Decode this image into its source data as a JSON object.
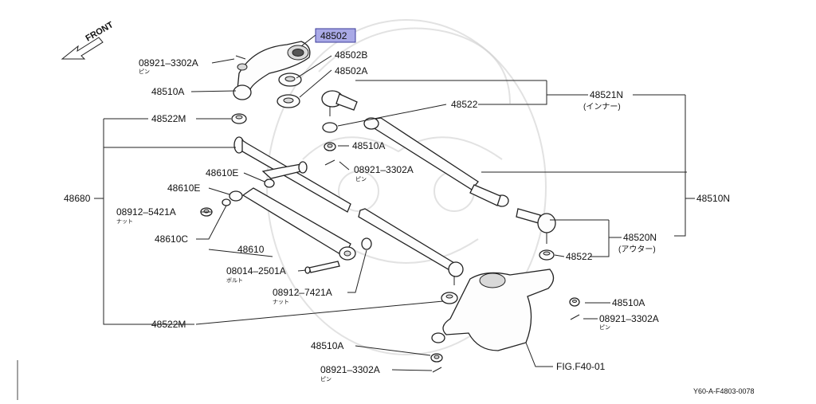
{
  "direction_label": "FRONT",
  "labels": {
    "p48502": "48502",
    "p48502B": "48502B",
    "p48502A": "48502A",
    "pin_top": "08921–3302A",
    "pin_top_sub": "ピン",
    "nut_top": "48510A",
    "p48522M_top": "48522M",
    "p48522": "48522",
    "p48521N": "48521N",
    "p48521N_sub": "(インナー)",
    "nut_mid": "48510A",
    "pin_mid": "08921–3302A",
    "pin_mid_sub": "ピン",
    "p48680": "48680",
    "p48610E_a": "48610E",
    "p48610E_b": "48610E",
    "nut_5421": "08912–5421A",
    "nut_5421_sub": "ナット",
    "p48610C": "48610C",
    "p48610": "48610",
    "bolt": "08014–2501A",
    "bolt_sub": "ボルト",
    "nut_7421": "08912–7421A",
    "nut_7421_sub": "ナット",
    "p48510N": "48510N",
    "p48520N": "48520N",
    "p48520N_sub": "(アウター)",
    "p48522_low": "48522",
    "nut_right": "48510A",
    "pin_right": "08921–3302A",
    "pin_right_sub": "ピン",
    "p48522M_bot": "48522M",
    "nut_bot": "48510A",
    "pin_bot": "08921–3302A",
    "pin_bot_sub": "ピン",
    "fig_ref": "FIG.F40-01",
    "drawing_code": "Y60-A-F4803-0078"
  },
  "colors": {
    "highlight_fill": "#a9a9e6",
    "highlight_stroke": "#3a3a9a"
  }
}
